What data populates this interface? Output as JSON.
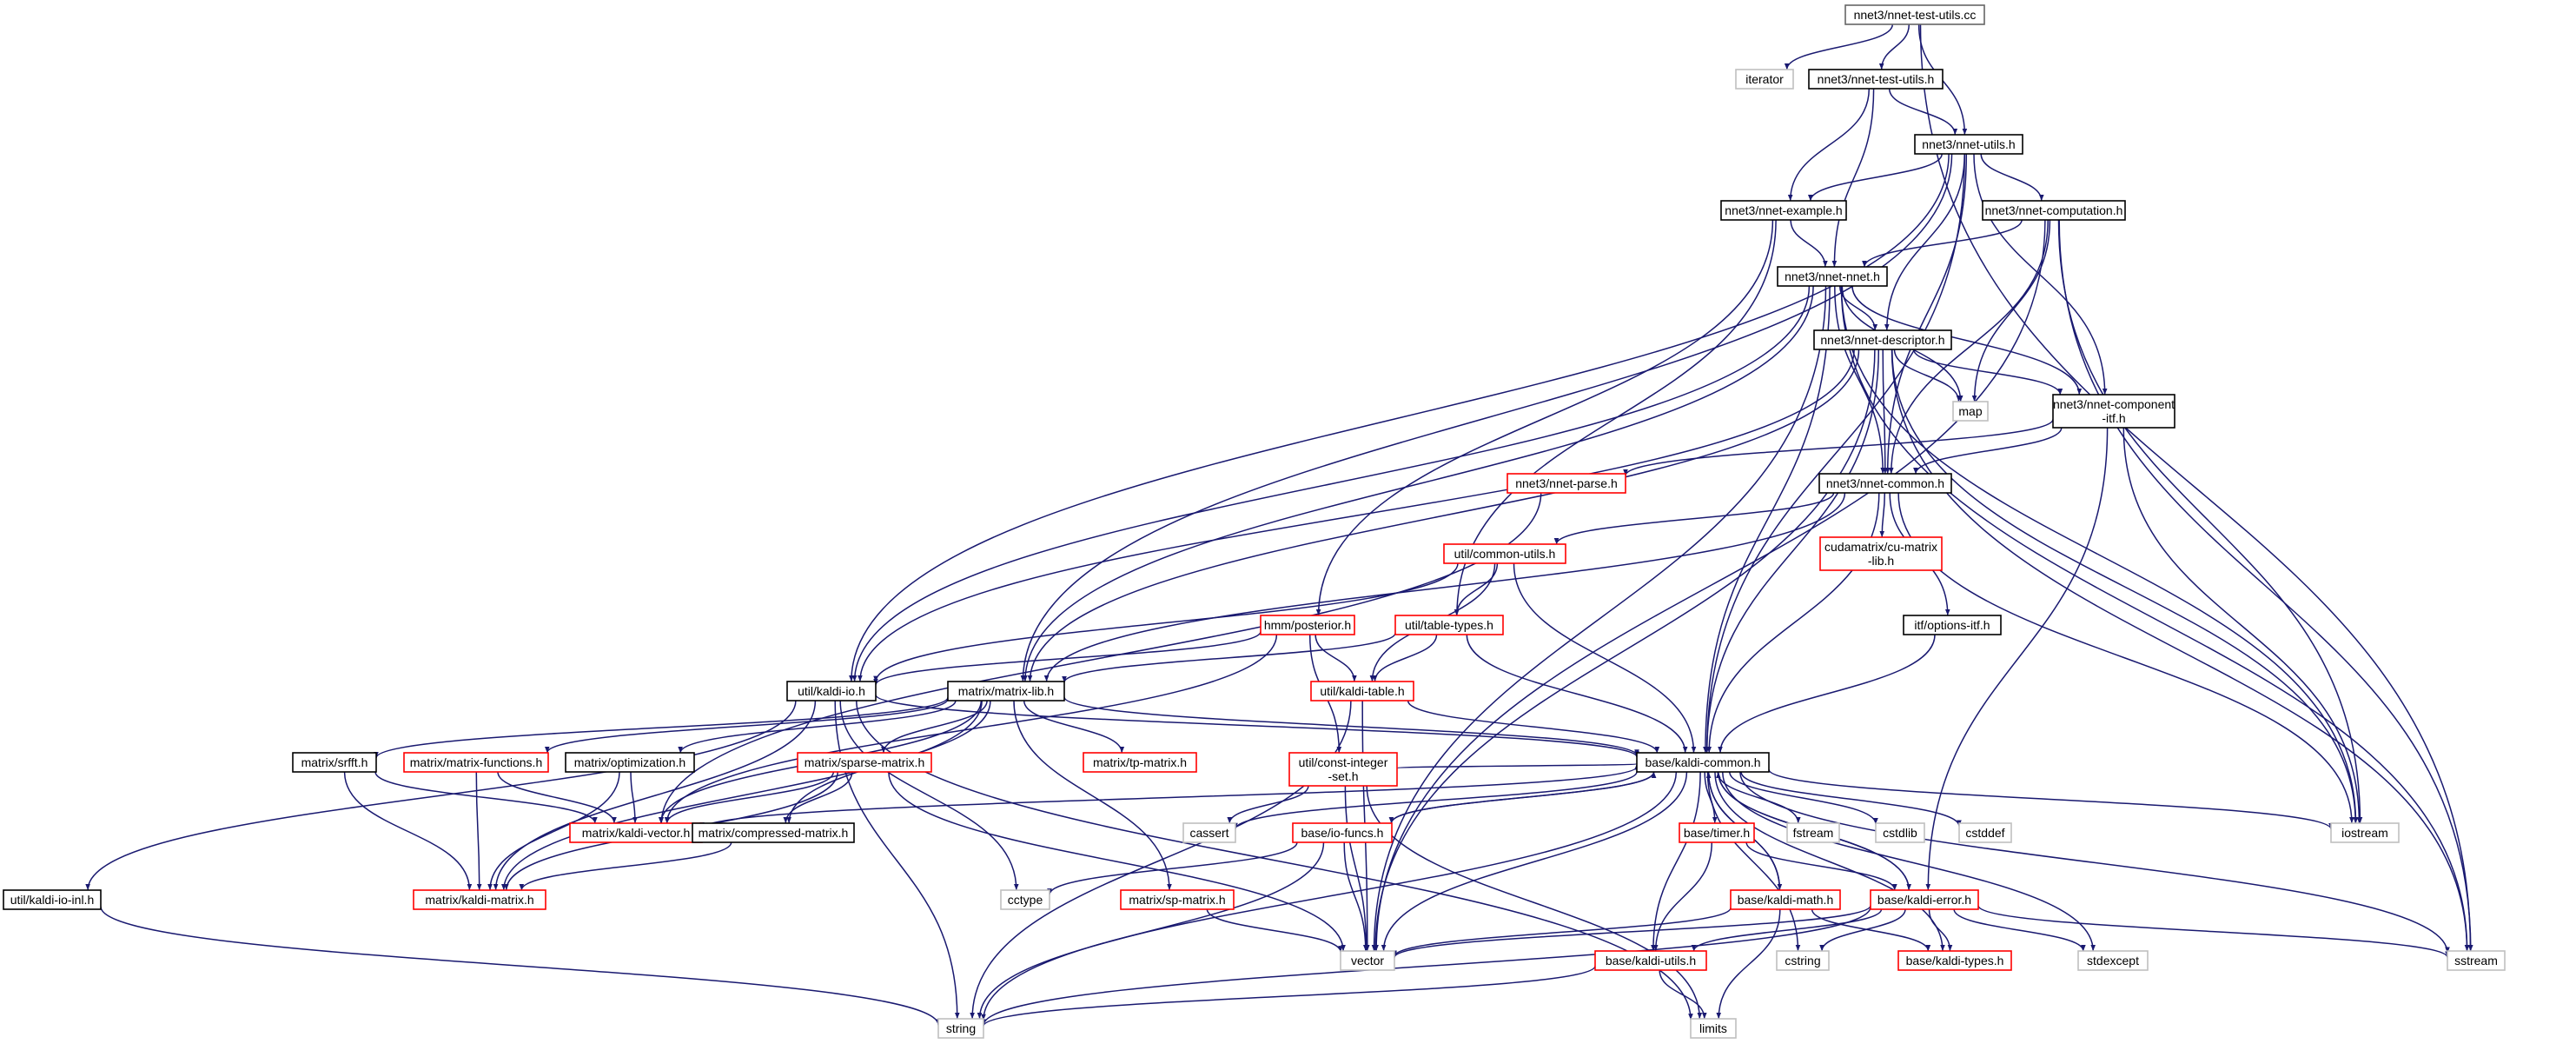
{
  "colors": {
    "edge": "#191970",
    "documented_border": "#000000",
    "undocumented_border": "#ff0000",
    "external_border": "#bfbfbf",
    "root_fill": "#bfbfbf",
    "background": "#ffffff"
  },
  "nodes": [
    {
      "id": "nnet_test_utils_cc",
      "label": "nnet3/nnet-test-utils.cc",
      "kind": "root"
    },
    {
      "id": "iterator",
      "label": "iterator",
      "kind": "external"
    },
    {
      "id": "nnet_test_utils_h",
      "label": "nnet3/nnet-test-utils.h",
      "kind": "documented"
    },
    {
      "id": "nnet_utils_h",
      "label": "nnet3/nnet-utils.h",
      "kind": "documented"
    },
    {
      "id": "nnet_example_h",
      "label": "nnet3/nnet-example.h",
      "kind": "documented"
    },
    {
      "id": "nnet_computation_h",
      "label": "nnet3/nnet-computation.h",
      "kind": "documented"
    },
    {
      "id": "nnet_nnet_h",
      "label": "nnet3/nnet-nnet.h",
      "kind": "documented"
    },
    {
      "id": "nnet_descriptor_h",
      "label": "nnet3/nnet-descriptor.h",
      "kind": "documented"
    },
    {
      "id": "map",
      "label": "map",
      "kind": "external"
    },
    {
      "id": "nnet_component_itf_h",
      "label": [
        "nnet3/nnet-component",
        "-itf.h"
      ],
      "kind": "documented"
    },
    {
      "id": "nnet_parse_h",
      "label": "nnet3/nnet-parse.h",
      "kind": "undocumented"
    },
    {
      "id": "nnet_common_h",
      "label": "nnet3/nnet-common.h",
      "kind": "documented"
    },
    {
      "id": "cu_matrix_lib_h",
      "label": [
        "cudamatrix/cu-matrix",
        "-lib.h"
      ],
      "kind": "undocumented"
    },
    {
      "id": "common_utils_h",
      "label": "util/common-utils.h",
      "kind": "undocumented"
    },
    {
      "id": "options_itf_h",
      "label": "itf/options-itf.h",
      "kind": "documented"
    },
    {
      "id": "posterior_h",
      "label": "hmm/posterior.h",
      "kind": "undocumented"
    },
    {
      "id": "table_types_h",
      "label": "util/table-types.h",
      "kind": "undocumented"
    },
    {
      "id": "kaldi_io_h",
      "label": "util/kaldi-io.h",
      "kind": "documented"
    },
    {
      "id": "matrix_lib_h",
      "label": "matrix/matrix-lib.h",
      "kind": "documented"
    },
    {
      "id": "kaldi_table_h",
      "label": "util/kaldi-table.h",
      "kind": "undocumented"
    },
    {
      "id": "srfft_h",
      "label": "matrix/srfft.h",
      "kind": "documented"
    },
    {
      "id": "matrix_functions_h",
      "label": "matrix/matrix-functions.h",
      "kind": "undocumented"
    },
    {
      "id": "optimization_h",
      "label": "matrix/optimization.h",
      "kind": "documented"
    },
    {
      "id": "sparse_matrix_h",
      "label": "matrix/sparse-matrix.h",
      "kind": "undocumented"
    },
    {
      "id": "tp_matrix_h",
      "label": "matrix/tp-matrix.h",
      "kind": "undocumented"
    },
    {
      "id": "kaldi_common_h",
      "label": "base/kaldi-common.h",
      "kind": "documented"
    },
    {
      "id": "const_integer_set_h",
      "label": [
        "util/const-integer",
        "-set.h"
      ],
      "kind": "undocumented"
    },
    {
      "id": "kaldi_vector_h",
      "label": "matrix/kaldi-vector.h",
      "kind": "undocumented"
    },
    {
      "id": "compressed_matrix_h",
      "label": "matrix/compressed-matrix.h",
      "kind": "documented"
    },
    {
      "id": "io_funcs_h",
      "label": "base/io-funcs.h",
      "kind": "undocumented"
    },
    {
      "id": "timer_h",
      "label": "base/timer.h",
      "kind": "undocumented"
    },
    {
      "id": "fstream",
      "label": "fstream",
      "kind": "external"
    },
    {
      "id": "cstdlib",
      "label": "cstdlib",
      "kind": "external"
    },
    {
      "id": "cstddef",
      "label": "cstddef",
      "kind": "external"
    },
    {
      "id": "iostream",
      "label": "iostream",
      "kind": "external"
    },
    {
      "id": "kaldi_io_inl_h",
      "label": "util/kaldi-io-inl.h",
      "kind": "documented"
    },
    {
      "id": "kaldi_matrix_h",
      "label": "matrix/kaldi-matrix.h",
      "kind": "undocumented"
    },
    {
      "id": "cctype",
      "label": "cctype",
      "kind": "external"
    },
    {
      "id": "sp_matrix_h",
      "label": "matrix/sp-matrix.h",
      "kind": "undocumented"
    },
    {
      "id": "kaldi_math_h",
      "label": "base/kaldi-math.h",
      "kind": "undocumented"
    },
    {
      "id": "kaldi_error_h",
      "label": "base/kaldi-error.h",
      "kind": "undocumented"
    },
    {
      "id": "vector",
      "label": "vector",
      "kind": "external"
    },
    {
      "id": "cassert",
      "label": "cassert",
      "kind": "external"
    },
    {
      "id": "kaldi_utils_h",
      "label": "base/kaldi-utils.h",
      "kind": "undocumented"
    },
    {
      "id": "cstring",
      "label": "cstring",
      "kind": "external"
    },
    {
      "id": "kaldi_types_h",
      "label": "base/kaldi-types.h",
      "kind": "undocumented"
    },
    {
      "id": "stdexcept",
      "label": "stdexcept",
      "kind": "external"
    },
    {
      "id": "sstream",
      "label": "sstream",
      "kind": "external"
    },
    {
      "id": "string",
      "label": "string",
      "kind": "external"
    },
    {
      "id": "limits",
      "label": "limits",
      "kind": "external"
    }
  ],
  "edges": [
    [
      "nnet_test_utils_cc",
      "iterator"
    ],
    [
      "nnet_test_utils_cc",
      "nnet_test_utils_h"
    ],
    [
      "nnet_test_utils_cc",
      "nnet_utils_h"
    ],
    [
      "nnet_test_utils_cc",
      "sstream"
    ],
    [
      "nnet_test_utils_h",
      "nnet_utils_h"
    ],
    [
      "nnet_test_utils_h",
      "nnet_example_h"
    ],
    [
      "nnet_test_utils_h",
      "nnet_nnet_h"
    ],
    [
      "nnet_utils_h",
      "nnet_example_h"
    ],
    [
      "nnet_utils_h",
      "nnet_computation_h"
    ],
    [
      "nnet_utils_h",
      "nnet_descriptor_h"
    ],
    [
      "nnet_utils_h",
      "nnet_component_itf_h"
    ],
    [
      "nnet_utils_h",
      "nnet_common_h"
    ],
    [
      "nnet_utils_h",
      "kaldi_io_h"
    ],
    [
      "nnet_utils_h",
      "matrix_lib_h"
    ],
    [
      "nnet_utils_h",
      "kaldi_common_h"
    ],
    [
      "nnet_example_h",
      "nnet_nnet_h"
    ],
    [
      "nnet_example_h",
      "posterior_h"
    ],
    [
      "nnet_example_h",
      "table_types_h"
    ],
    [
      "nnet_computation_h",
      "nnet_nnet_h"
    ],
    [
      "nnet_computation_h",
      "map"
    ],
    [
      "nnet_computation_h",
      "nnet_common_h"
    ],
    [
      "nnet_computation_h",
      "iostream"
    ],
    [
      "nnet_computation_h",
      "sstream"
    ],
    [
      "nnet_computation_h",
      "vector"
    ],
    [
      "nnet_nnet_h",
      "nnet_descriptor_h"
    ],
    [
      "nnet_nnet_h",
      "nnet_component_itf_h"
    ],
    [
      "nnet_nnet_h",
      "nnet_common_h"
    ],
    [
      "nnet_nnet_h",
      "map"
    ],
    [
      "nnet_nnet_h",
      "kaldi_common_h"
    ],
    [
      "nnet_nnet_h",
      "kaldi_io_h"
    ],
    [
      "nnet_nnet_h",
      "matrix_lib_h"
    ],
    [
      "nnet_nnet_h",
      "iostream"
    ],
    [
      "nnet_nnet_h",
      "sstream"
    ],
    [
      "nnet_nnet_h",
      "vector"
    ],
    [
      "nnet_descriptor_h",
      "nnet_component_itf_h"
    ],
    [
      "nnet_descriptor_h",
      "nnet_common_h"
    ],
    [
      "nnet_descriptor_h",
      "map"
    ],
    [
      "nnet_descriptor_h",
      "kaldi_common_h"
    ],
    [
      "nnet_descriptor_h",
      "kaldi_io_h"
    ],
    [
      "nnet_descriptor_h",
      "matrix_lib_h"
    ],
    [
      "nnet_descriptor_h",
      "iostream"
    ],
    [
      "nnet_descriptor_h",
      "sstream"
    ],
    [
      "nnet_descriptor_h",
      "vector"
    ],
    [
      "nnet_component_itf_h",
      "nnet_common_h"
    ],
    [
      "nnet_component_itf_h",
      "nnet_parse_h"
    ],
    [
      "nnet_component_itf_h",
      "kaldi_error_h"
    ],
    [
      "nnet_component_itf_h",
      "iostream"
    ],
    [
      "nnet_parse_h",
      "kaldi_vector_h"
    ],
    [
      "nnet_common_h",
      "cu_matrix_lib_h"
    ],
    [
      "nnet_common_h",
      "common_utils_h"
    ],
    [
      "nnet_common_h",
      "options_itf_h"
    ],
    [
      "nnet_common_h",
      "kaldi_common_h"
    ],
    [
      "nnet_common_h",
      "matrix_lib_h"
    ],
    [
      "nnet_common_h",
      "iostream"
    ],
    [
      "common_utils_h",
      "table_types_h"
    ],
    [
      "common_utils_h",
      "kaldi_table_h"
    ],
    [
      "common_utils_h",
      "kaldi_common_h"
    ],
    [
      "common_utils_h",
      "kaldi_io_h"
    ],
    [
      "options_itf_h",
      "kaldi_common_h"
    ],
    [
      "posterior_h",
      "kaldi_table_h"
    ],
    [
      "posterior_h",
      "const_integer_set_h"
    ],
    [
      "posterior_h",
      "kaldi_io_h"
    ],
    [
      "posterior_h",
      "kaldi_vector_h"
    ],
    [
      "table_types_h",
      "kaldi_table_h"
    ],
    [
      "table_types_h",
      "matrix_lib_h"
    ],
    [
      "table_types_h",
      "kaldi_common_h"
    ],
    [
      "kaldi_table_h",
      "kaldi_common_h"
    ],
    [
      "kaldi_table_h",
      "vector"
    ],
    [
      "kaldi_table_h",
      "string"
    ],
    [
      "kaldi_io_h",
      "kaldi_io_inl_h"
    ],
    [
      "kaldi_io_h",
      "kaldi_common_h"
    ],
    [
      "kaldi_io_h",
      "kaldi_matrix_h"
    ],
    [
      "kaldi_io_h",
      "cctype"
    ],
    [
      "kaldi_io_h",
      "string"
    ],
    [
      "kaldi_io_h",
      "limits"
    ],
    [
      "kaldi_io_inl_h",
      "string"
    ],
    [
      "matrix_lib_h",
      "srfft_h"
    ],
    [
      "matrix_lib_h",
      "matrix_functions_h"
    ],
    [
      "matrix_lib_h",
      "optimization_h"
    ],
    [
      "matrix_lib_h",
      "sparse_matrix_h"
    ],
    [
      "matrix_lib_h",
      "tp_matrix_h"
    ],
    [
      "matrix_lib_h",
      "sp_matrix_h"
    ],
    [
      "matrix_lib_h",
      "kaldi_vector_h"
    ],
    [
      "matrix_lib_h",
      "kaldi_matrix_h"
    ],
    [
      "matrix_lib_h",
      "compressed_matrix_h"
    ],
    [
      "matrix_lib_h",
      "kaldi_common_h"
    ],
    [
      "srfft_h",
      "kaldi_vector_h"
    ],
    [
      "srfft_h",
      "kaldi_matrix_h"
    ],
    [
      "matrix_functions_h",
      "kaldi_vector_h"
    ],
    [
      "matrix_functions_h",
      "kaldi_matrix_h"
    ],
    [
      "optimization_h",
      "kaldi_vector_h"
    ],
    [
      "optimization_h",
      "kaldi_matrix_h"
    ],
    [
      "sparse_matrix_h",
      "kaldi_vector_h"
    ],
    [
      "sparse_matrix_h",
      "compressed_matrix_h"
    ],
    [
      "sparse_matrix_h",
      "kaldi_matrix_h"
    ],
    [
      "sparse_matrix_h",
      "vector"
    ],
    [
      "compressed_matrix_h",
      "kaldi_matrix_h"
    ],
    [
      "sp_matrix_h",
      "vector"
    ],
    [
      "const_integer_set_h",
      "kaldi_common_h"
    ],
    [
      "const_integer_set_h",
      "vector"
    ],
    [
      "const_integer_set_h",
      "cassert"
    ],
    [
      "const_integer_set_h",
      "limits"
    ],
    [
      "kaldi_common_h",
      "kaldi_vector_h"
    ],
    [
      "kaldi_common_h",
      "io_funcs_h"
    ],
    [
      "kaldi_common_h",
      "timer_h"
    ],
    [
      "kaldi_common_h",
      "fstream"
    ],
    [
      "kaldi_common_h",
      "cstdlib"
    ],
    [
      "kaldi_common_h",
      "cstddef"
    ],
    [
      "kaldi_common_h",
      "iostream"
    ],
    [
      "kaldi_common_h",
      "cassert"
    ],
    [
      "kaldi_common_h",
      "kaldi_math_h"
    ],
    [
      "kaldi_common_h",
      "kaldi_error_h"
    ],
    [
      "kaldi_common_h",
      "kaldi_utils_h"
    ],
    [
      "kaldi_common_h",
      "kaldi_types_h"
    ],
    [
      "kaldi_common_h",
      "cstring"
    ],
    [
      "kaldi_common_h",
      "stdexcept"
    ],
    [
      "kaldi_common_h",
      "sstream"
    ],
    [
      "kaldi_common_h",
      "vector"
    ],
    [
      "kaldi_common_h",
      "string"
    ],
    [
      "io_funcs_h",
      "kaldi_common_h"
    ],
    [
      "io_funcs_h",
      "cctype"
    ],
    [
      "io_funcs_h",
      "vector"
    ],
    [
      "io_funcs_h",
      "string"
    ],
    [
      "timer_h",
      "kaldi_error_h"
    ],
    [
      "timer_h",
      "kaldi_utils_h"
    ],
    [
      "kaldi_math_h",
      "kaldi_common_h"
    ],
    [
      "kaldi_math_h",
      "kaldi_types_h"
    ],
    [
      "kaldi_math_h",
      "vector"
    ],
    [
      "kaldi_math_h",
      "limits"
    ],
    [
      "kaldi_error_h",
      "kaldi_common_h"
    ],
    [
      "kaldi_error_h",
      "kaldi_types_h"
    ],
    [
      "kaldi_error_h",
      "kaldi_utils_h"
    ],
    [
      "kaldi_error_h",
      "stdexcept"
    ],
    [
      "kaldi_error_h",
      "sstream"
    ],
    [
      "kaldi_error_h",
      "cstring"
    ],
    [
      "kaldi_error_h",
      "vector"
    ],
    [
      "kaldi_error_h",
      "string"
    ],
    [
      "kaldi_utils_h",
      "limits"
    ],
    [
      "kaldi_utils_h",
      "string"
    ]
  ]
}
